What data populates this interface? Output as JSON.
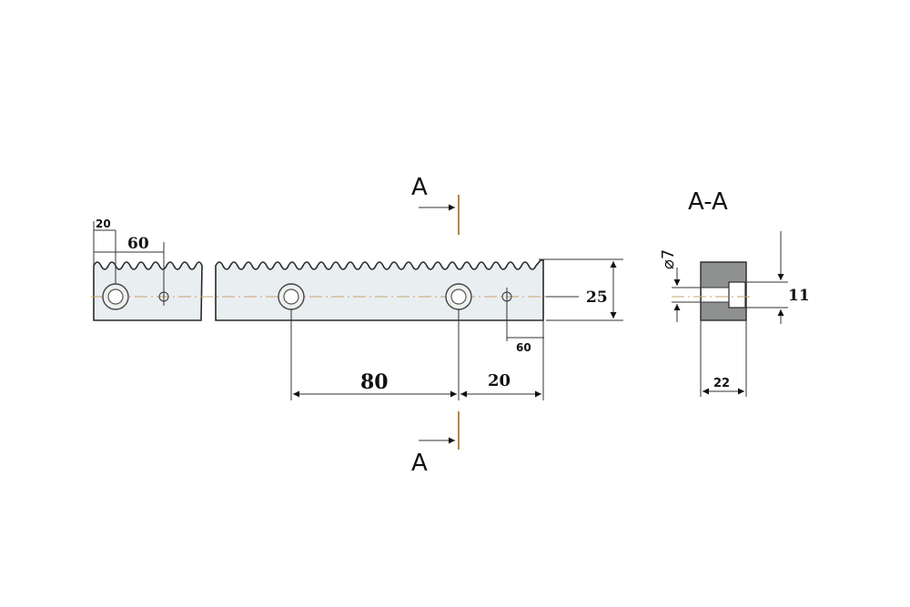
{
  "section_labels": {
    "top": "A",
    "bottom": "A",
    "view_title": "A-A"
  },
  "dimensions": {
    "small_top_left": "20",
    "pitch_left": "60",
    "height": "25",
    "small_right_bottom": "60",
    "hole_spacing": "80",
    "end_offset": "20",
    "hole_diameter": "⌀7",
    "section_height": "11",
    "section_width": "22"
  }
}
